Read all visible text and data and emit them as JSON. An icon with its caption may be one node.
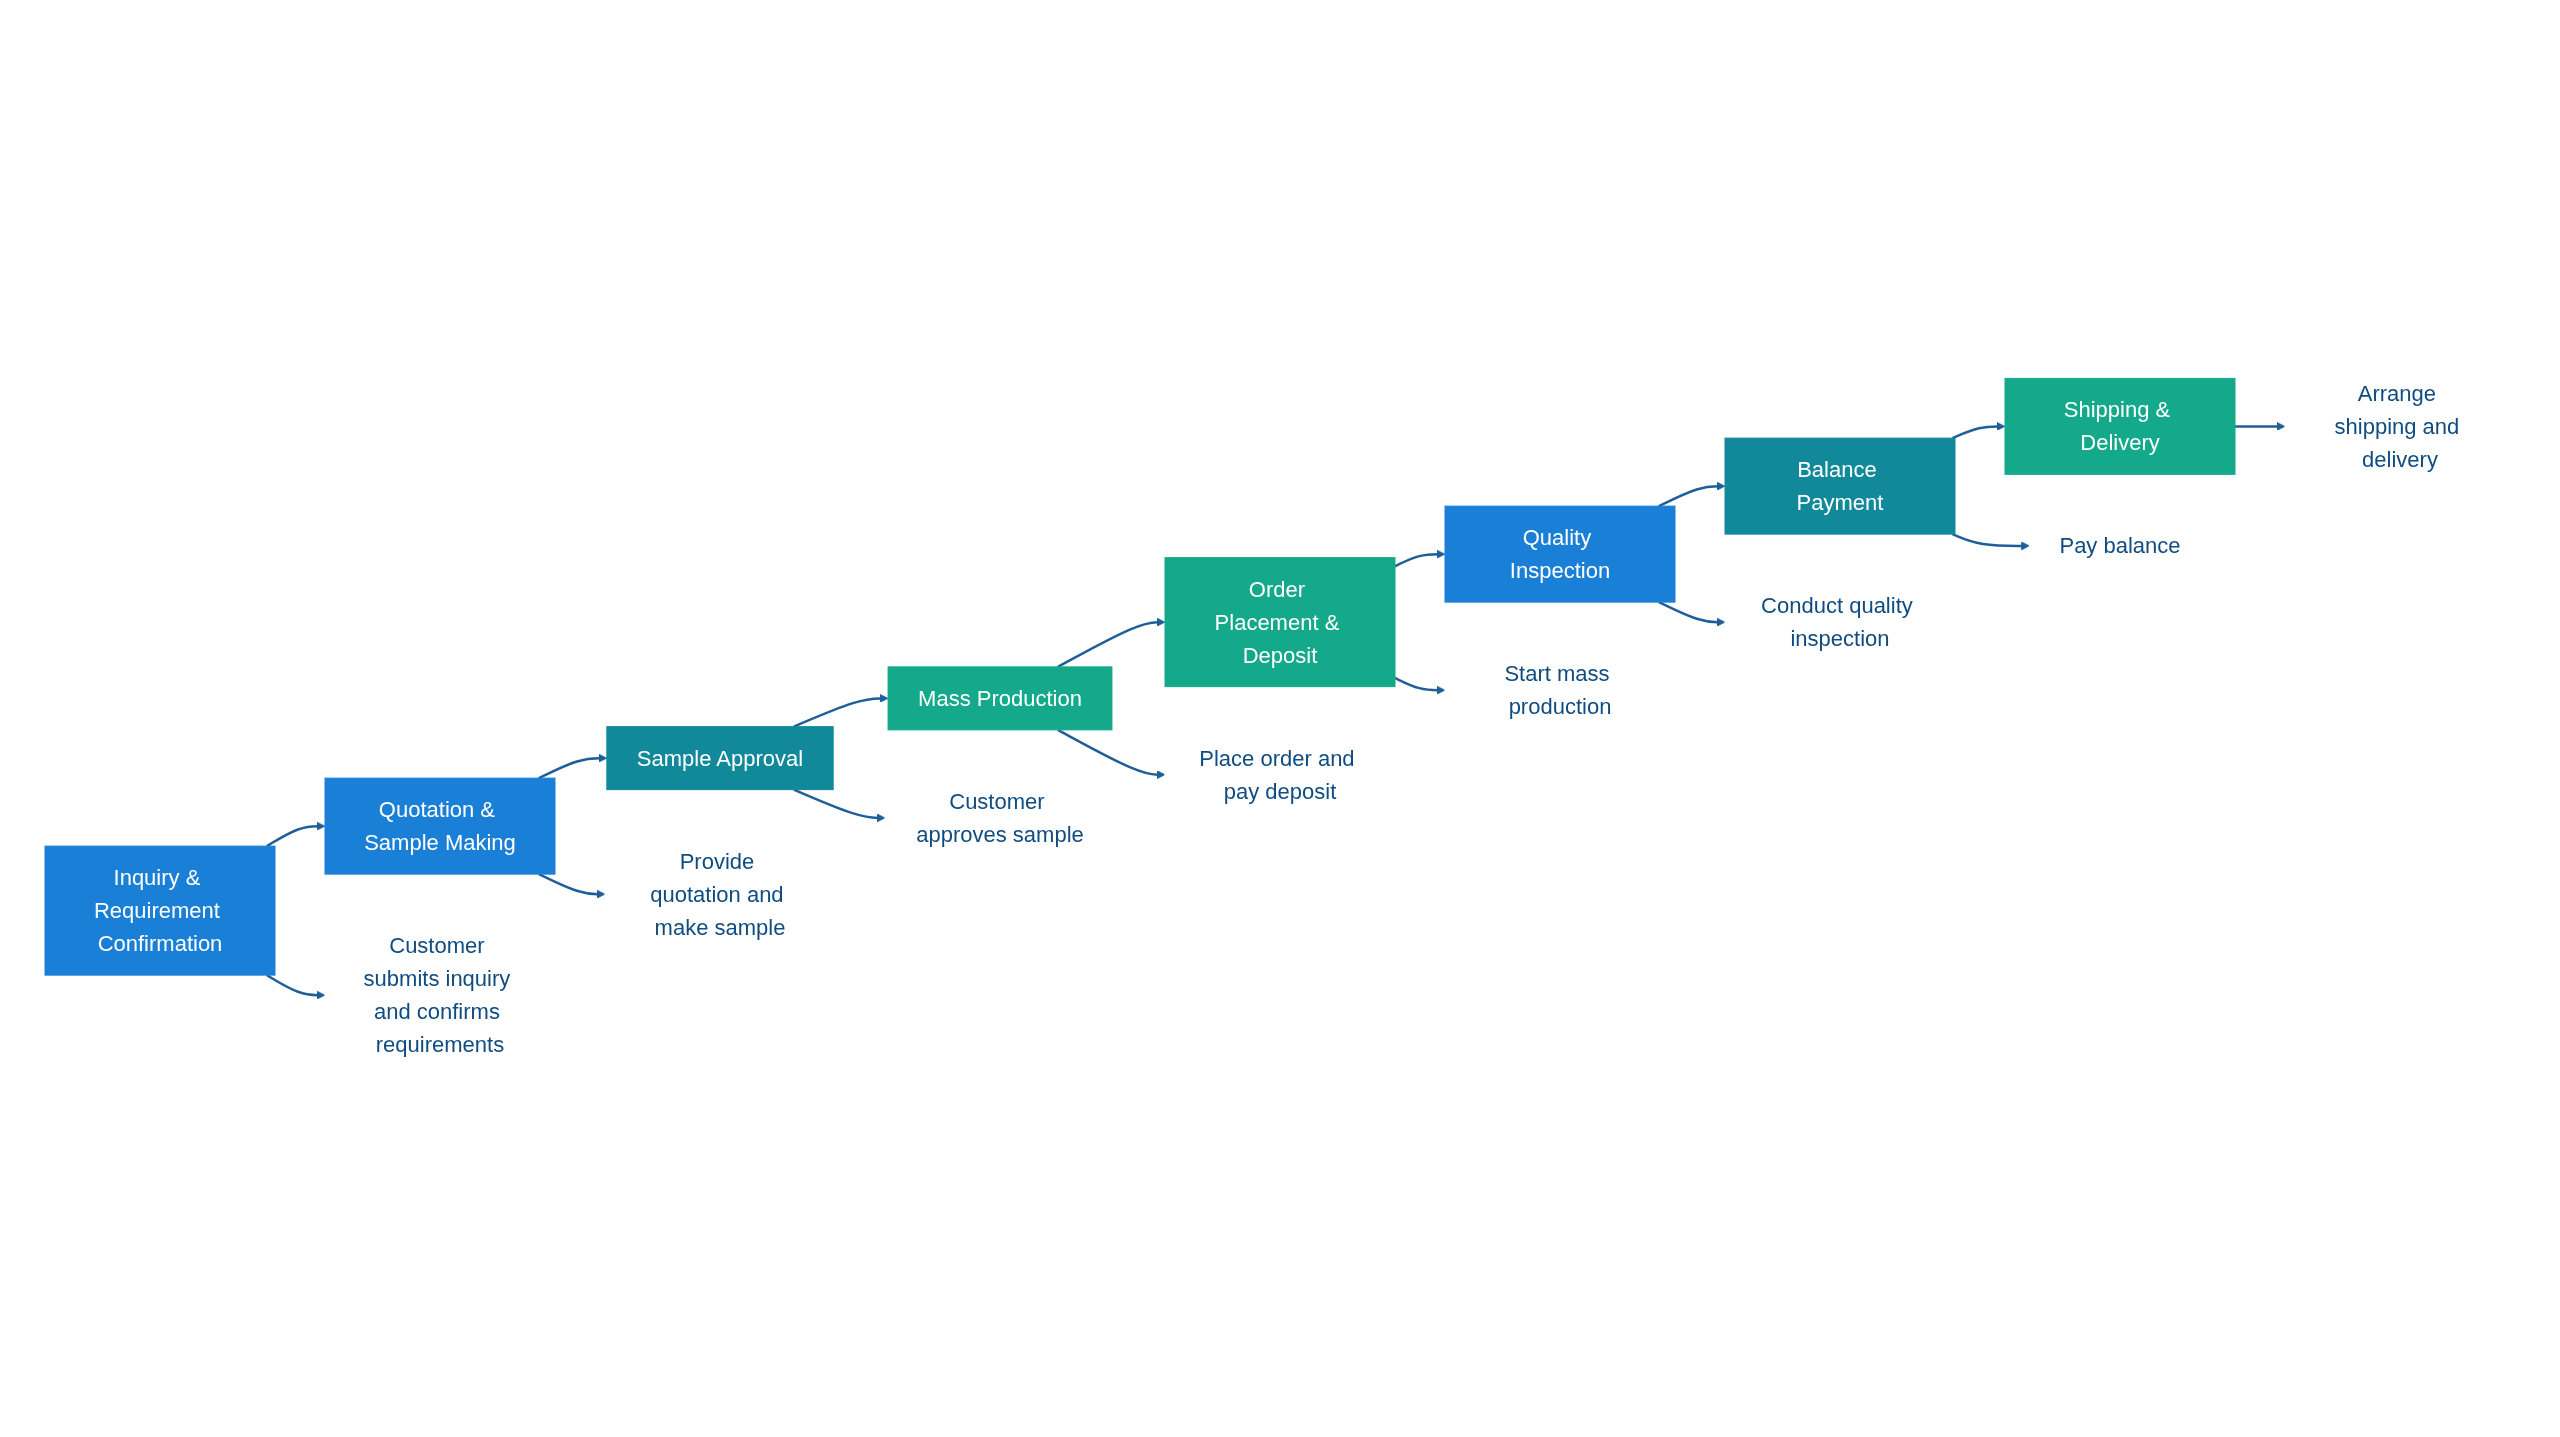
{
  "diagram": {
    "nodes": [
      {
        "text": [
          "Inquiry & Requirement Confirmation"
        ]
      },
      {
        "text": [
          "Quotation & Sample Making"
        ]
      },
      {
        "text": [
          "Sample Approval"
        ]
      },
      {
        "text": [
          "Mass Production"
        ]
      },
      {
        "text": [
          "Order Placement & Deposit"
        ]
      },
      {
        "text": [
          "Quality Inspection"
        ]
      },
      {
        "text": [
          "Balance Payment"
        ]
      },
      {
        "text": [
          "Shipping & Delivery"
        ]
      },
      {
        "text": [
          "Customer submits inquiry and confirms requirements"
        ]
      },
      {
        "text": [
          "Provide quotation and make sample"
        ]
      },
      {
        "text": [
          "Customer approves sample"
        ]
      },
      {
        "text": [
          "Place order and pay deposit"
        ]
      },
      {
        "text": [
          "Start mass production"
        ]
      },
      {
        "text": [
          "Conduct quality inspection"
        ]
      },
      {
        "text": [
          "Pay balance"
        ]
      },
      {
        "text": [
          "Arrange shipping and delivery"
        ]
      }
    ],
    "edges": [
      {
        "from": 0,
        "to": 1,
        "arrow": "to"
      },
      {
        "from": 1,
        "to": 2,
        "arrow": "to"
      },
      {
        "from": 2,
        "to": 3,
        "arrow": "to"
      },
      {
        "from": 3,
        "to": 4,
        "arrow": "to"
      },
      {
        "from": 4,
        "to": 5,
        "arrow": "to"
      },
      {
        "from": 5,
        "to": 6,
        "arrow": "to"
      },
      {
        "from": 6,
        "to": 7,
        "arrow": "to"
      },
      {
        "from": 0,
        "to": 8,
        "arrow": "to"
      },
      {
        "from": 1,
        "to": 9,
        "arrow": "to"
      },
      {
        "from": 2,
        "to": 10,
        "arrow": "to"
      },
      {
        "from": 3,
        "to": 11,
        "arrow": "to"
      },
      {
        "from": 4,
        "to": 12,
        "arrow": "to"
      },
      {
        "from": 5,
        "to": 13,
        "arrow": "to"
      },
      {
        "from": 6,
        "to": 14,
        "arrow": "to"
      },
      {
        "from": 7,
        "to": 15,
        "arrow": "to"
      }
    ]
  }
}
